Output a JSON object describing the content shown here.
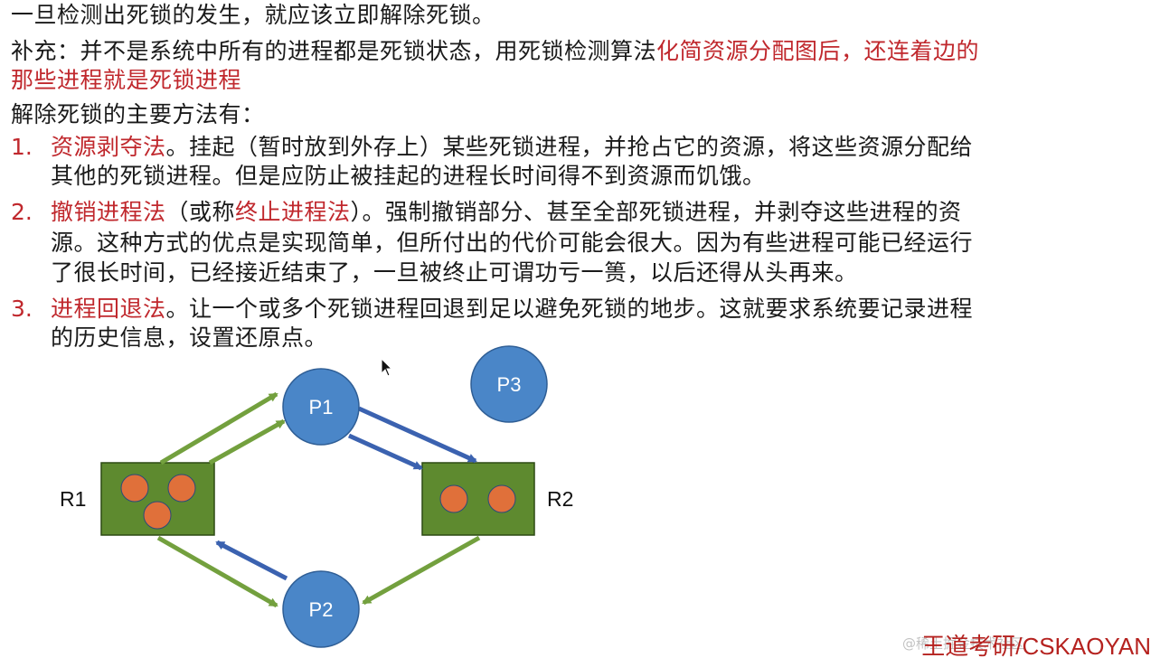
{
  "text": {
    "line1": "一旦检测出死锁的发生，就应该立即解除死锁。",
    "supplement_prefix": "补充：并不是系统中所有的进程都是死锁状态，用死锁检测算法",
    "supplement_red_1": "化简资源分配图后，还连着边的",
    "supplement_red_2": "那些进程就是死锁进程",
    "methods_title": "解除死锁的主要方法有：",
    "item1_num": "1.",
    "item1_title": "资源剥夺法",
    "item1_text_a": "。挂起（暂时放到外存上）某些死锁进程，并抢占它的资源，将这些资源分配给",
    "item1_text_b": "其他的死锁进程。但是应防止被挂起的进程长时间得不到资源而饥饿。",
    "item2_num": "2.",
    "item2_title": "撤销进程法",
    "item2_paren_open": "（或称",
    "item2_alt": "终止进程法",
    "item2_text_a": "）。强制撤销部分、甚至全部死锁进程，并剥夺这些进程的资",
    "item2_text_b": "源。这种方式的优点是实现简单，但所付出的代价可能会很大。因为有些进程可能已经运行",
    "item2_text_c": "了很长时间，已经接近结束了，一旦被终止可谓功亏一篑，以后还得从头再来。",
    "item3_num": "3.",
    "item3_title": "进程回退法",
    "item3_text_a": "。让一个或多个死锁进程回退到足以避免死锁的地步。这就要求系统要记录进程",
    "item3_text_b": "的历史信息，设置还原点。"
  },
  "diagram": {
    "processes": [
      "P1",
      "P2",
      "P3"
    ],
    "resources": [
      "R1",
      "R2"
    ],
    "colors": {
      "process": "#4a86c8",
      "resource": "#5e8a2f",
      "token": "#e0703a",
      "request_edge": "#3b62b0",
      "assign_edge": "#73a03e"
    }
  },
  "footer": {
    "brand": "王道考研/CSKAOYAN",
    "watermark": "@稀土掘金技术社区"
  }
}
